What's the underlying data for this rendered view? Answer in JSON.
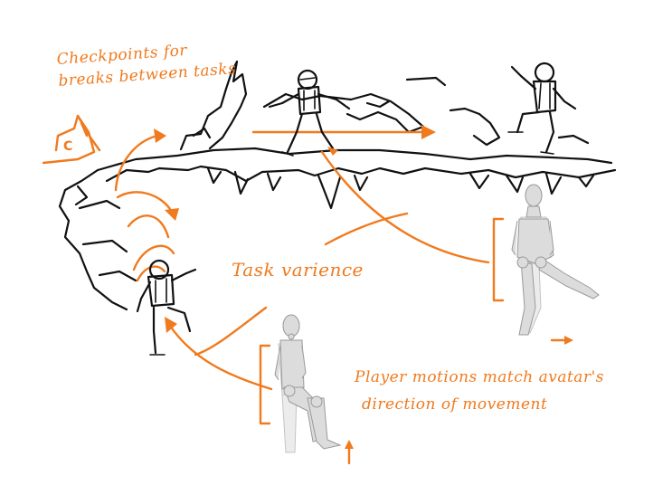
{
  "annotations": {
    "checkpoints": [
      "Checkpoints for",
      "breaks between tasks"
    ],
    "flag_letter": "C",
    "task_variance": "Task varience",
    "player_motions": [
      "Player motions match avatar's",
      "direction of movement"
    ]
  },
  "colors": {
    "accent": "#f07a1e",
    "ink": "#111111",
    "mannequin": "#dcdcdc"
  }
}
